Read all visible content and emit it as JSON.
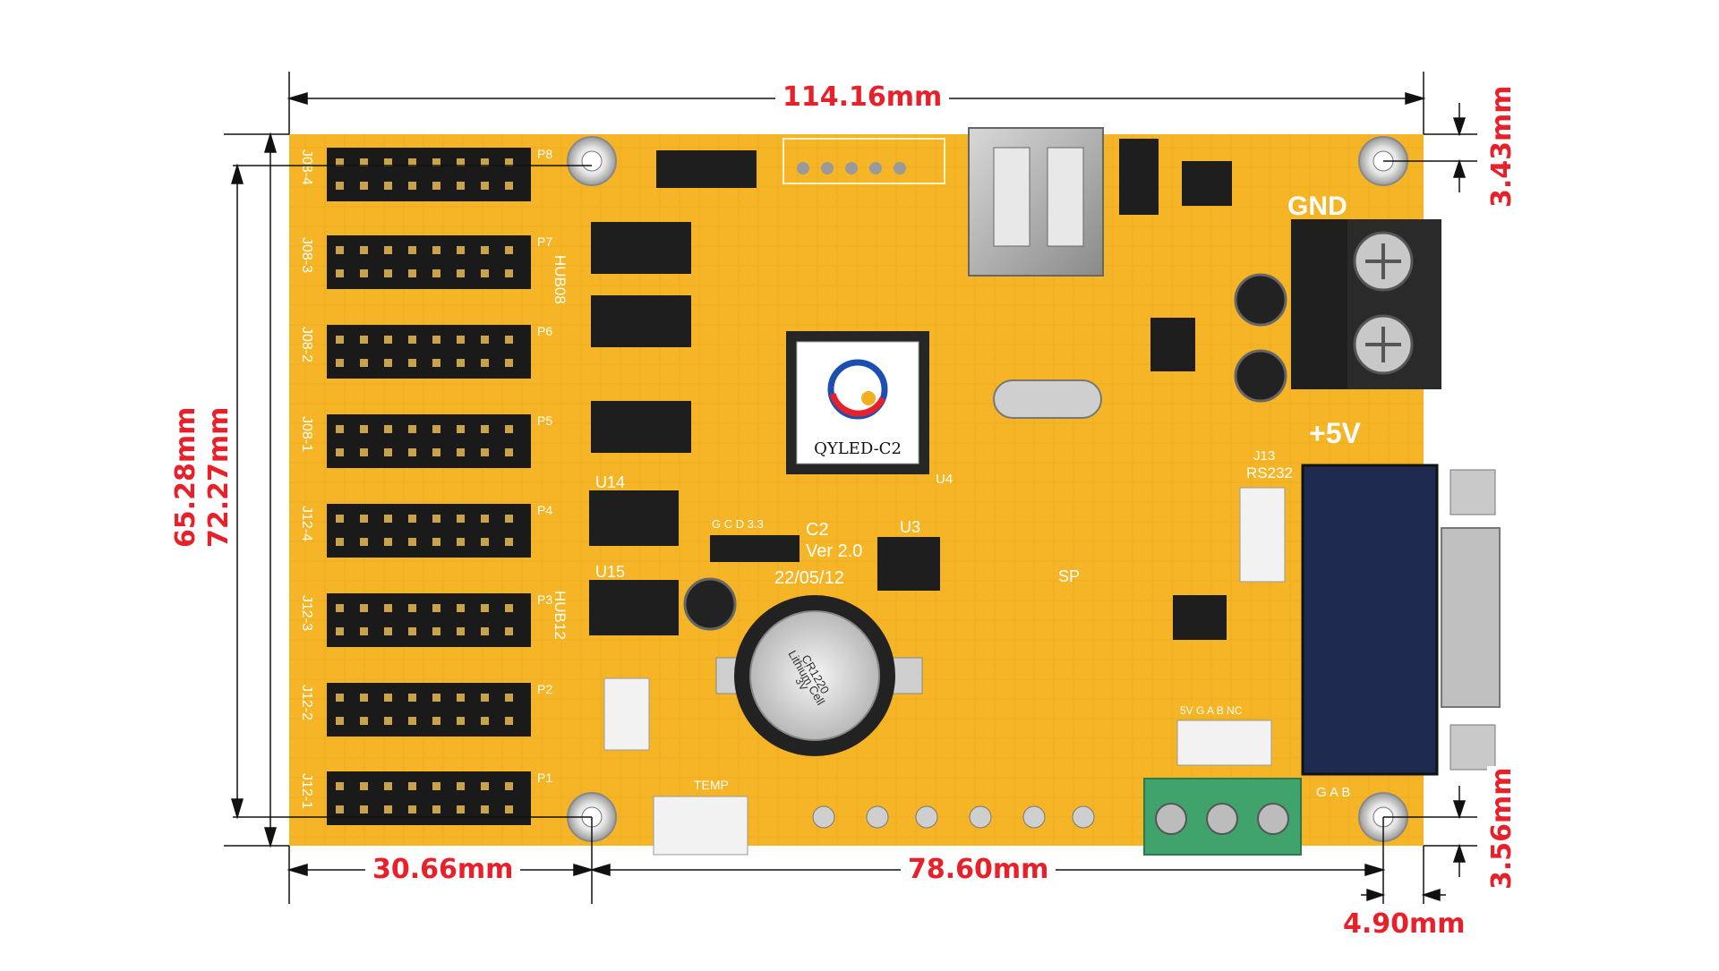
{
  "dimensions": {
    "total_width": "114.16mm",
    "hole_spacing_height": "65.28mm",
    "total_height": "72.27mm",
    "top_hole_offset": "3.43mm",
    "bottom_hole_offset": "3.56mm",
    "right_hole_offset": "4.90mm",
    "left_hole_spacing": "30.66mm",
    "hole_spacing_width": "78.60mm"
  },
  "board": {
    "chip_label": "QYLED-C2",
    "version_line1": "C2",
    "version_line2": "Ver 2.0",
    "version_date": "22/05/12",
    "battery_line1": "Lithium Cell",
    "battery_line2": "CR1220",
    "battery_line3": "3V",
    "label_gnd": "GND",
    "label_5v": "+5V",
    "label_rs232": "RS232",
    "label_temp": "TEMP",
    "label_sp": "SP",
    "label_hub08": "HUB08",
    "label_hub12": "HUB12",
    "label_gab": "G A B",
    "label_5v_gab_nc": "5V G A B NC",
    "label_gcd33": "G C D 3.3",
    "label_u14": "U14",
    "label_u15": "U15",
    "label_u3": "U3",
    "label_u4": "U4",
    "label_j13": "J13",
    "header_labels": [
      "P8",
      "P7",
      "P6",
      "P5",
      "P4",
      "P3",
      "P2",
      "P1"
    ],
    "side_labels": [
      "J08-4",
      "J08-3",
      "J08-2",
      "J08-1",
      "J12-4",
      "J12-3",
      "J12-2",
      "J12-1"
    ]
  },
  "colors": {
    "pcb": "#f6b526",
    "pcb_dark": "#e3a21a",
    "dimension": "#e8202a",
    "terminal_black": "#1f1f1f",
    "terminal_green": "#3fa36b"
  }
}
